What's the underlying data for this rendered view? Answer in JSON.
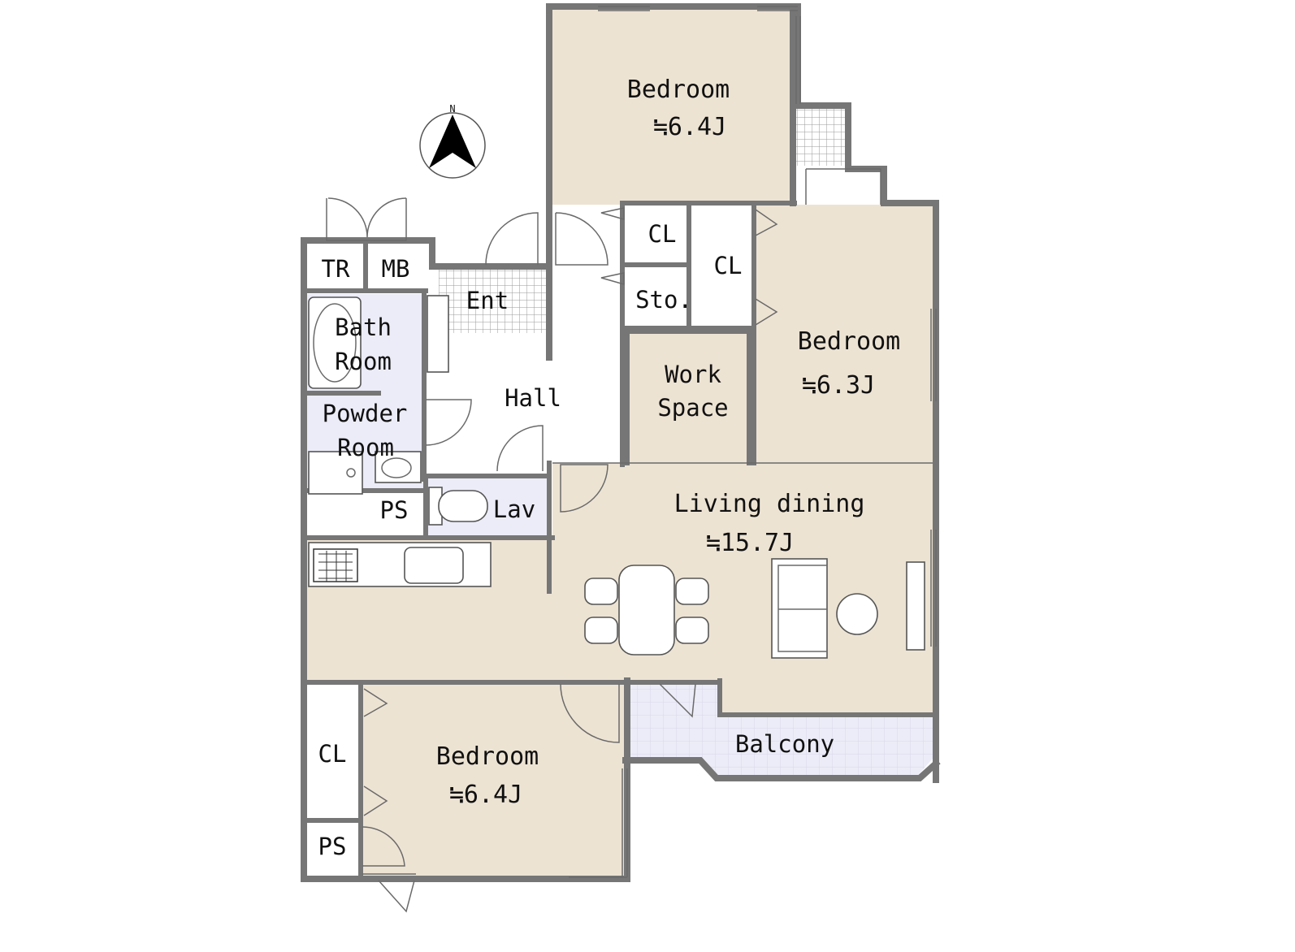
{
  "colors": {
    "room_beige": "#ede3d3",
    "wet_lavender": "#ececf8",
    "wall_gray": "#767676",
    "tile_gray": "#9a9a9a",
    "white": "#ffffff"
  },
  "compass": {
    "north_label": "N"
  },
  "rooms": {
    "bedroom_north": {
      "name": "Bedroom",
      "size": "≒6.4J"
    },
    "bedroom_east": {
      "name": "Bedroom",
      "size": "≒6.3J"
    },
    "bedroom_south": {
      "name": "Bedroom",
      "size": "≒6.4J"
    },
    "living": {
      "name": "Living dining",
      "size": "≒15.7J"
    },
    "hall": {
      "name": "Hall"
    },
    "entrance": {
      "name": "Ent"
    },
    "work_space": {
      "line1": "Work",
      "line2": "Space"
    },
    "bath": {
      "line1": "Bath",
      "line2": "Room"
    },
    "powder": {
      "line1": "Powder",
      "line2": "Room"
    },
    "lavatory": {
      "name": "Lav"
    },
    "balcony": {
      "name": "Balcony"
    },
    "closet_small": {
      "name": "CL"
    },
    "closet_tall": {
      "name": "CL"
    },
    "closet_south": {
      "name": "CL"
    },
    "storage": {
      "name": "Sto."
    },
    "trunk_room": {
      "name": "TR"
    },
    "meter_box": {
      "name": "MB"
    },
    "pipe_space_1": {
      "name": "PS"
    },
    "pipe_space_2": {
      "name": "PS"
    }
  }
}
